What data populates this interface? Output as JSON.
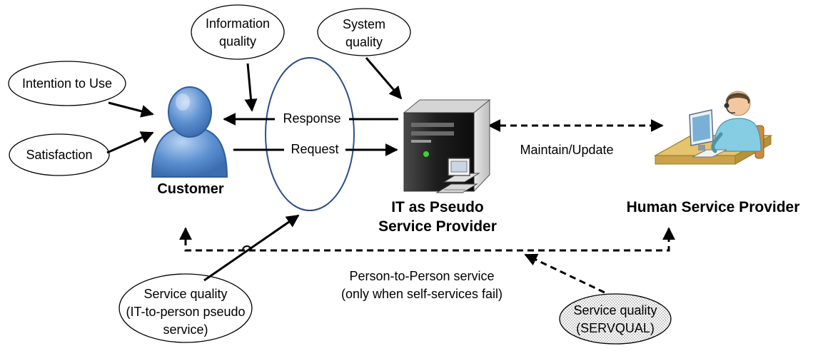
{
  "nodes": {
    "customer": "Customer",
    "it_provider": [
      "IT as Pseudo",
      "Service Provider"
    ],
    "human_provider": "Human Service Provider"
  },
  "factors": {
    "intention_to_use": "Intention to Use",
    "satisfaction": "Satisfaction",
    "information_quality": [
      "Information",
      "quality"
    ],
    "system_quality": [
      "System",
      "quality"
    ],
    "service_quality_it": [
      "Service quality",
      "(IT-to-person pseudo",
      "service)"
    ],
    "service_quality_servqual": [
      "Service quality",
      "(SERVQUAL)"
    ]
  },
  "edges": {
    "response": "Response",
    "request": "Request",
    "maintain_update": "Maintain/Update",
    "person_to_person": [
      "Person-to-Person service",
      "(only when self-services fail)"
    ]
  },
  "colors": {
    "customer_fill": "#5b8fd0",
    "customer_outline": "#2f5f99",
    "channel_ellipse": "#2e4e8c",
    "arrow": "#000000"
  },
  "icons": {
    "customer": "person-icon",
    "it_provider": "server-icon",
    "human_provider": "call-center-agent-icon"
  }
}
